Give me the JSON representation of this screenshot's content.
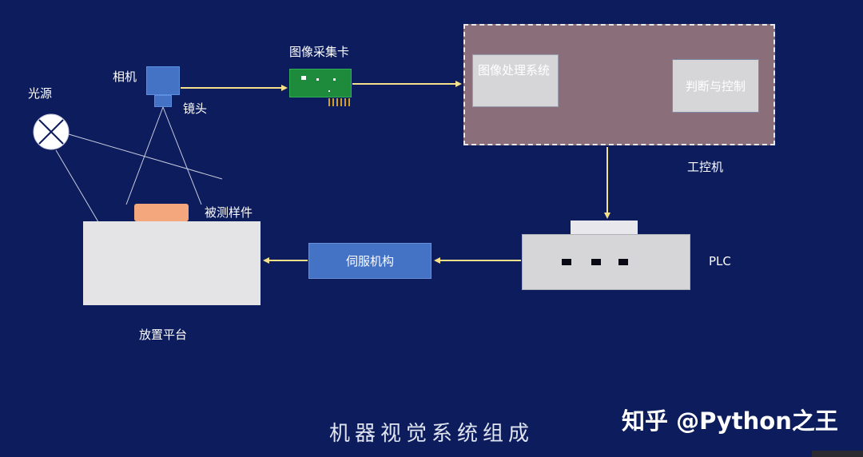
{
  "nodes": {
    "light_source": "光源",
    "camera": "相机",
    "lens": "镜头",
    "capture_card": "图像采集卡",
    "image_processing": "图像处理系统",
    "decision_control": "判断与控制",
    "ipc": "工控机",
    "sample": "被测样件",
    "platform": "放置平台",
    "servo": "伺服机构",
    "plc": "PLC"
  },
  "caption": "机器视觉系统组成",
  "watermark": "知乎 @Python之王",
  "colors": {
    "background": "#0c1c5c",
    "arrow": "#f5e08c",
    "ipc_fill": "#8a6e7a",
    "servo_fill": "#4472c4",
    "camera_fill": "#4472c4",
    "card_fill": "#1e8a3c",
    "sample_fill": "#f4a77c"
  }
}
